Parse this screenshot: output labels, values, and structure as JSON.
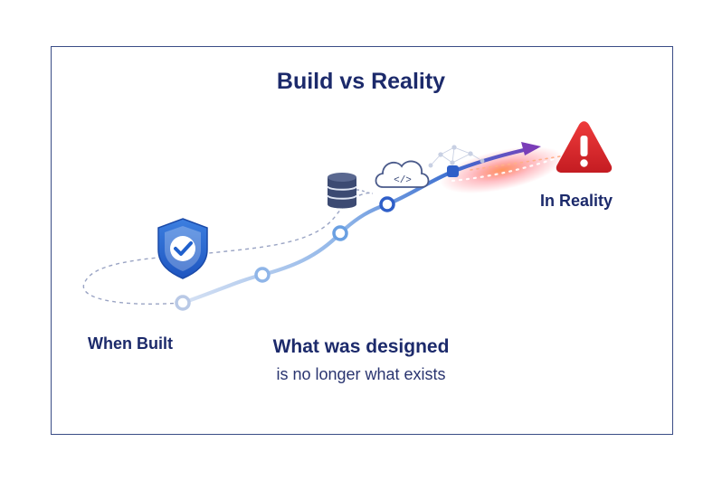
{
  "title": "Build vs Reality",
  "labels": {
    "when_built": "When Built",
    "in_reality": "In Reality",
    "designed": "What was designed",
    "exists": "is no longer what exists"
  },
  "icons": {
    "start": "shield-check-icon",
    "database": "database-icon",
    "cloud_code": "cloud-code-icon",
    "network": "network-icon",
    "warning": "warning-icon"
  },
  "colors": {
    "title": "#1c2a6b",
    "frame": "#3a4c86",
    "path_start": "#c6d6f0",
    "path_end": "#4a4fb8",
    "warning": "#d9262b",
    "glow": "#ff5a4a"
  }
}
